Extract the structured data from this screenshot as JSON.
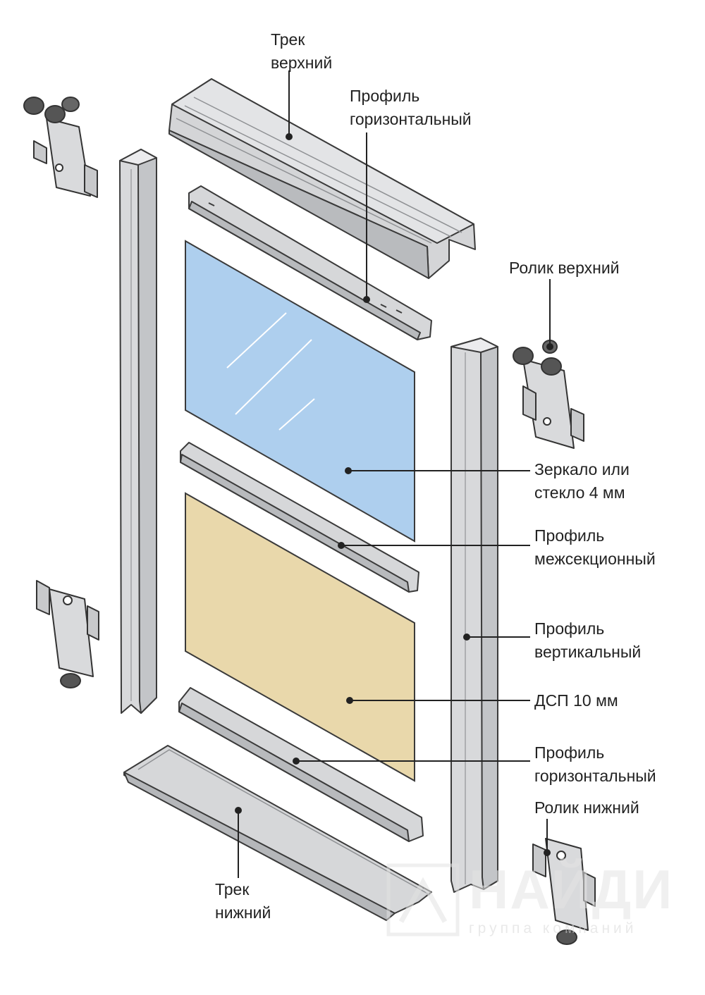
{
  "labels": {
    "track_top": [
      "Трек",
      "верхний"
    ],
    "profile_horizontal_top": [
      "Профиль",
      "горизонтальный"
    ],
    "roller_top": "Ролик верхний",
    "mirror": [
      "Зеркало или",
      "стекло 4 мм"
    ],
    "profile_intersection": [
      "Профиль",
      "межсекционный"
    ],
    "profile_vertical": [
      "Профиль",
      "вертикальный"
    ],
    "chipboard": "ДСП 10 мм",
    "profile_horizontal_bottom": [
      "Профиль",
      "горизонтальный"
    ],
    "roller_bottom": "Ролик нижний",
    "track_bottom": [
      "Трек",
      "нижний"
    ]
  },
  "watermark": {
    "name": "НАЙДИ",
    "subtitle": "группа компаний"
  },
  "colors": {
    "metal": "#d8d9db",
    "metal_dark": "#a9abae",
    "glass": "#aecfee",
    "chipboard": "#e9d8ab",
    "outline": "#3a3a3a",
    "leader": "#222222"
  }
}
